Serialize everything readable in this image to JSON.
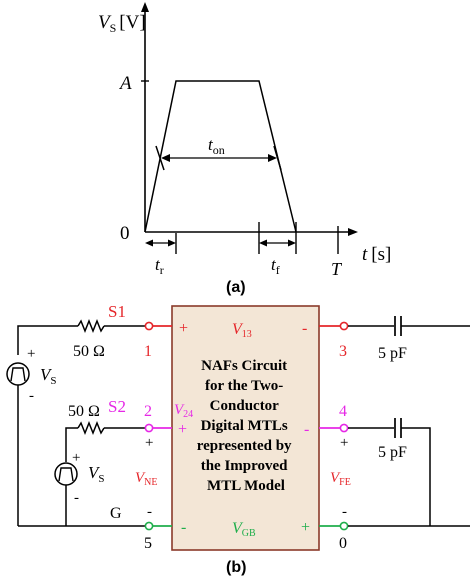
{
  "panel_a": {
    "y_axis_var": "V",
    "y_axis_sub": "S",
    "y_axis_unit": "[V]",
    "x_axis_var": "t",
    "x_axis_unit": "[s]",
    "level_A": "A",
    "level_zero": "0",
    "t_on_var": "t",
    "t_on_sub": "on",
    "t_r_var": "t",
    "t_r_sub": "r",
    "t_f_var": "t",
    "t_f_sub": "f",
    "period_label": "T",
    "caption": "(a)"
  },
  "panel_b": {
    "caption": "(b)",
    "box_text": [
      "NAFs Circuit",
      "for the Two-",
      "Conductor",
      "Digital MTLs",
      "represented by",
      "the Improved",
      "MTL Model"
    ],
    "source_S1": "S1",
    "source_S2": "S2",
    "resistor_1": "50 Ω",
    "resistor_2": "50 Ω",
    "cap_1": "5 pF",
    "cap_2": "5 pF",
    "ground_label": "G",
    "node_1": "1",
    "node_2": "2",
    "node_3": "3",
    "node_4": "4",
    "node_5": "5",
    "node_0": "0",
    "plus": "+",
    "minus": "-",
    "vs_var": "V",
    "vs_sub": "S",
    "v13_var": "V",
    "v13_sub": "13",
    "v24_var": "V",
    "v24_sub": "24",
    "vne_var": "V",
    "vne_sub": "NE",
    "vfe_var": "V",
    "vfe_sub": "FE",
    "vgb_var": "V",
    "vgb_sub": "GB"
  },
  "colors": {
    "red": "#e5262a",
    "magenta": "#e628e6",
    "green": "#1fae4b",
    "box_fill": "#f3e6d6",
    "box_stroke": "#8a3a2a"
  }
}
